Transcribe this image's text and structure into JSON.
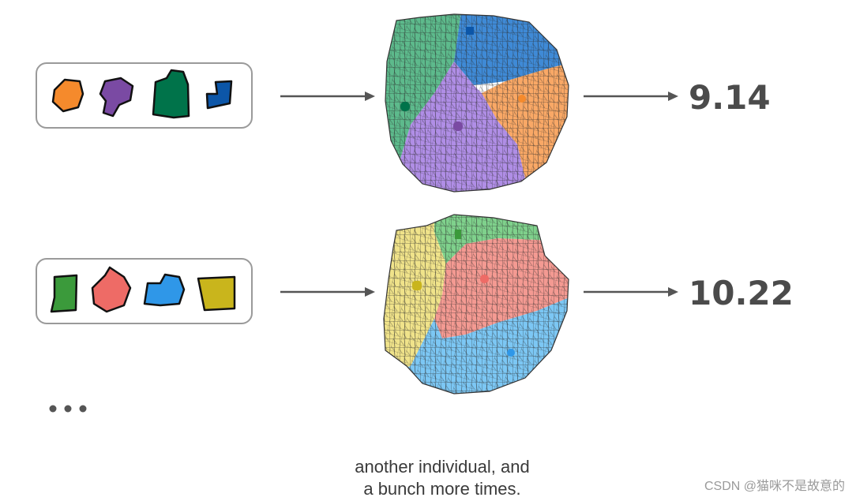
{
  "rows": [
    {
      "score": "9.14",
      "seed_colors": [
        "#f58a2c",
        "#7a4aa3",
        "#00734a",
        "#0c56a8"
      ],
      "map_colors": {
        "green": "#5dba8c",
        "blue": "#3f8ad6",
        "orange": "#f9a866",
        "purple": "#b08ee6"
      },
      "center_colors": {
        "green": "#00734a",
        "blue": "#0c56a8",
        "orange": "#f58a2c",
        "purple": "#7a4aa3"
      }
    },
    {
      "score": "10.22",
      "seed_colors": [
        "#3b9a3b",
        "#ee6b66",
        "#2f97e8",
        "#c9b51c"
      ],
      "map_colors": {
        "green": "#7fd18c",
        "yellow": "#f0e38a",
        "red": "#f49a92",
        "blue": "#7cc7f4"
      },
      "center_colors": {
        "green": "#3b9a3b",
        "yellow": "#c9b51c",
        "red": "#ee6b66",
        "blue": "#2f97e8"
      }
    }
  ],
  "caption": {
    "line1": "another individual, and",
    "line2": "a bunch more times."
  },
  "watermark": "CSDN @猫咪不是故意的"
}
